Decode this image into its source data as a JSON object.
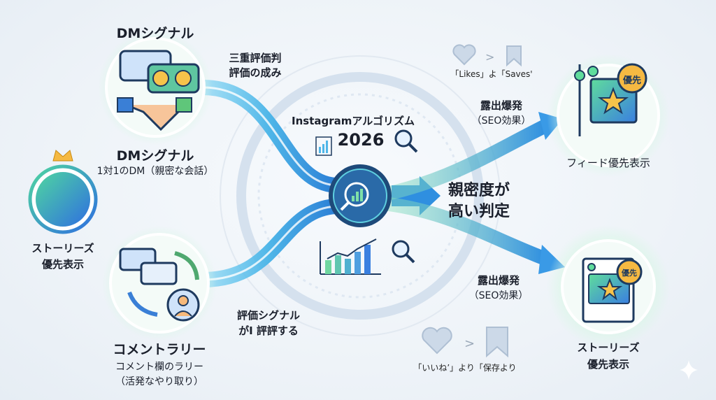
{
  "dm": {
    "title_top": "DMシグナル",
    "title": "DMシグナル",
    "subtitle": "1対1のDM（親密な会話）"
  },
  "dm_flow_label": {
    "line1": "三重評価判",
    "line2": "評価の成み"
  },
  "stories_left": {
    "line1": "ストーリーズ",
    "line2": "優先表示"
  },
  "comment": {
    "title": "コメントラリー",
    "subtitle1": "コメント欄のラリー",
    "subtitle2": "（活発なやり取り）"
  },
  "comment_flow_label": {
    "line1": "評価シグナル",
    "line2": "がI 評評する"
  },
  "center": {
    "title": "Instagramアルゴリズム",
    "year": "2026"
  },
  "verdict": {
    "line1": "親密度が",
    "line2": "高い判定"
  },
  "top_compare": {
    "text": "「Likes」よ「Saves'"
  },
  "bottom_compare": {
    "text": "「いいね’」より「保存より"
  },
  "exposure_top": {
    "line1": "露出爆発",
    "line2": "（SEO効果）"
  },
  "exposure_bottom": {
    "line1": "露出爆発",
    "line2": "（SEO効果）"
  },
  "feed": {
    "badge": "優先",
    "label": "フィード優先表示"
  },
  "stories_right": {
    "badge": "優先",
    "line1": "ストーリーズ",
    "line2": "優先表示"
  },
  "colors": {
    "accent_blue": "#2f8fe0",
    "accent_green": "#6fdc9a",
    "badge_orange": "#f5b942",
    "navy": "#1e3a5f"
  }
}
